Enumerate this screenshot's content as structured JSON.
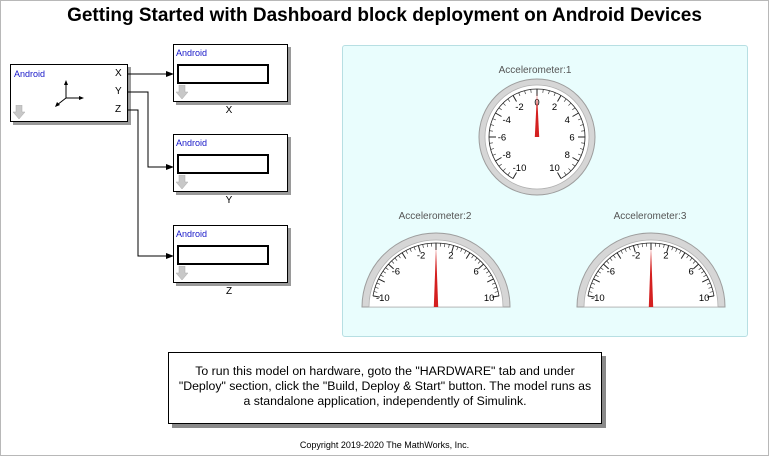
{
  "title": "Getting Started with Dashboard block deployment on Android Devices",
  "sensor_block": {
    "label": "Android",
    "ports": [
      "X",
      "Y",
      "Z"
    ]
  },
  "display_blocks": [
    {
      "label": "Android",
      "caption": "X"
    },
    {
      "label": "Android",
      "caption": "Y"
    },
    {
      "label": "Android",
      "caption": "Z"
    }
  ],
  "gauges": [
    {
      "title": "Accelerometer:1",
      "style": "circular",
      "ticks": [
        "-10",
        "-8",
        "-6",
        "-4",
        "-2",
        "0",
        "2",
        "4",
        "6",
        "8",
        "10"
      ],
      "min": -10,
      "max": 10,
      "value": 0
    },
    {
      "title": "Accelerometer:2",
      "style": "half",
      "ticks": [
        "-10",
        "-6",
        "-2",
        "2",
        "6",
        "10"
      ],
      "min": -10,
      "max": 10,
      "value": 0
    },
    {
      "title": "Accelerometer:3",
      "style": "half",
      "ticks": [
        "-10",
        "-6",
        "-2",
        "2",
        "6",
        "10"
      ],
      "min": -10,
      "max": 10,
      "value": 0
    }
  ],
  "note": "To run this model on hardware, goto the \"HARDWARE\" tab and under \"Deploy\" section, click the \"Build, Deploy & Start\" button. The model runs as a standalone application, independently of Simulink.",
  "copyright": "Copyright 2019-2020 The MathWorks, Inc.",
  "colors": {
    "label_blue": "#1515c8",
    "needle": "#d42020",
    "panel_bg": "#e9fdfd"
  },
  "icons": {
    "down_arrow": "down-arrow-icon",
    "axes": "axes-icon"
  }
}
